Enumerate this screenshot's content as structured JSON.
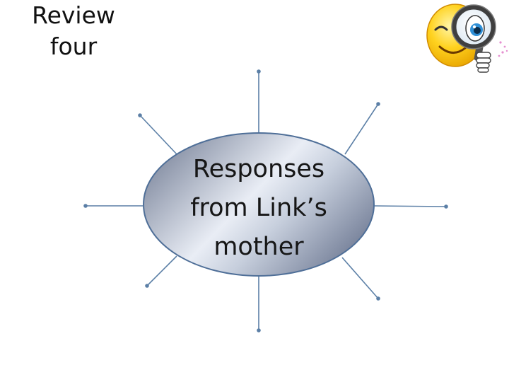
{
  "slide": {
    "title_line_1": "Review",
    "title_line_2": "four"
  },
  "diagram": {
    "center_line_1": "Responses",
    "center_line_2": "from Link’s",
    "center_line_3": "mother",
    "spoke_count": 8
  },
  "colors": {
    "spoke": "#5b7fa6",
    "ellipse_edge": "#4f6f98",
    "ellipse_light": "#eef1f8",
    "ellipse_dark": "#6f7a92",
    "face": "#ffd21f",
    "lens_frame": "#3f3f3f",
    "iris": "#2f8fd6"
  },
  "icons": {
    "mascot": "winking-smiley-magnifier-icon"
  }
}
